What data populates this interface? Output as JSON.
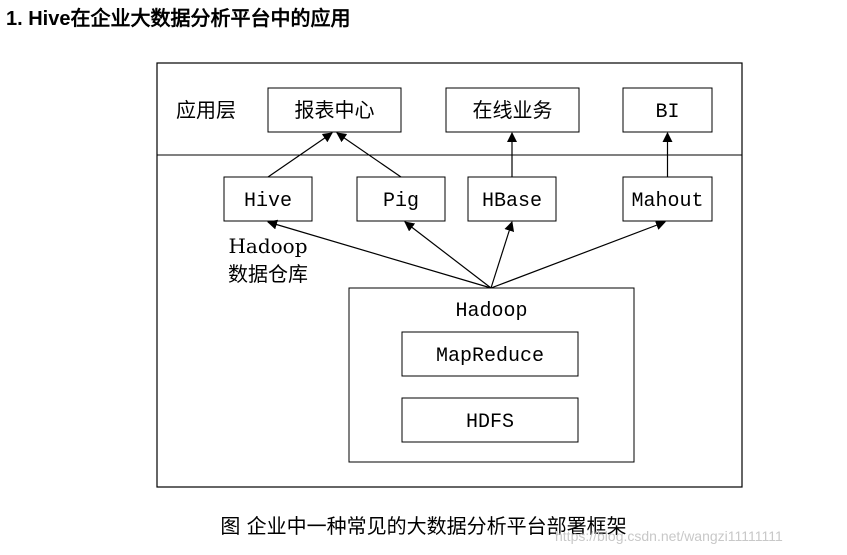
{
  "heading": "1. Hive在企业大数据分析平台中的应用",
  "diagram": {
    "layer_label": "应用层",
    "apps": {
      "report_center": "报表中心",
      "online_business": "在线业务",
      "bi": "BI"
    },
    "tools": {
      "hive": "Hive",
      "pig": "Pig",
      "hbase": "HBase",
      "mahout": "Mahout"
    },
    "warehouse_label_line1": "Hadoop",
    "warehouse_label_line2": "数据仓库",
    "hadoop": {
      "title": "Hadoop",
      "mapreduce": "MapReduce",
      "hdfs": "HDFS"
    }
  },
  "caption": "图 企业中一种常见的大数据分析平台部署框架",
  "watermark": "https://blog.csdn.net/wangzi11111111"
}
